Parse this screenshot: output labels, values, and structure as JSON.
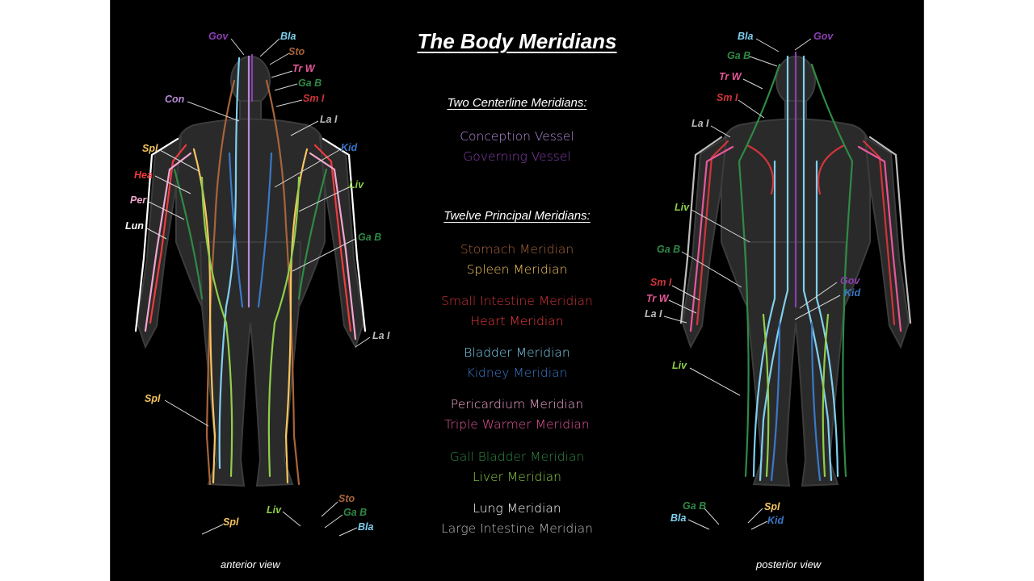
{
  "title": "The Body Meridians",
  "sections": {
    "centerline": "Two Centerline Meridians:",
    "principal": "Twelve Principal Meridians:"
  },
  "legend": [
    {
      "label": "Conception Vessel",
      "color": "#b68ad8"
    },
    {
      "label": "Governing Vessel",
      "color": "#8a3fb0"
    },
    {
      "label": "Stomach Meridian",
      "color": "#a8643a"
    },
    {
      "label": "Spleen Meridian",
      "color": "#f6c560"
    },
    {
      "label": "Small Intestine Meridian",
      "color": "#d0343a"
    },
    {
      "label": "Heart Meridian",
      "color": "#ef3b3f"
    },
    {
      "label": "Bladder Meridian",
      "color": "#7fd0f0"
    },
    {
      "label": "Kidney Meridian",
      "color": "#3a78c8"
    },
    {
      "label": "Pericardium Meridian",
      "color": "#f2a6cf"
    },
    {
      "label": "Triple Warmer Meridian",
      "color": "#e8589a"
    },
    {
      "label": "Gall Bladder Meridian",
      "color": "#2f8a45"
    },
    {
      "label": "Liver Meridian",
      "color": "#8fcf4a"
    },
    {
      "label": "Lung Meridian",
      "color": "#ffffff"
    },
    {
      "label": "Large Intestine Meridian",
      "color": "#bdbdbd"
    }
  ],
  "captions": {
    "anterior": "anterior view",
    "posterior": "posterior view"
  },
  "anterior_labels": [
    {
      "text": "Gov",
      "color": "#8a3fb0"
    },
    {
      "text": "Bla",
      "color": "#7fd0f0"
    },
    {
      "text": "Sto",
      "color": "#a8643a"
    },
    {
      "text": "Tr W",
      "color": "#e8589a"
    },
    {
      "text": "Ga B",
      "color": "#2f8a45"
    },
    {
      "text": "Sm I",
      "color": "#d0343a"
    },
    {
      "text": "Con",
      "color": "#b68ad8"
    },
    {
      "text": "La I",
      "color": "#bdbdbd"
    },
    {
      "text": "Kid",
      "color": "#3a78c8"
    },
    {
      "text": "Spl",
      "color": "#f6c560"
    },
    {
      "text": "Hea",
      "color": "#ef3b3f"
    },
    {
      "text": "Liv",
      "color": "#8fcf4a"
    },
    {
      "text": "Per",
      "color": "#f2a6cf"
    },
    {
      "text": "Lun",
      "color": "#ffffff"
    },
    {
      "text": "Ga B",
      "color": "#2f8a45"
    },
    {
      "text": "La I",
      "color": "#bdbdbd"
    },
    {
      "text": "Spl",
      "color": "#f6c560"
    },
    {
      "text": "Sto",
      "color": "#a8643a"
    },
    {
      "text": "Liv",
      "color": "#8fcf4a"
    },
    {
      "text": "Ga B",
      "color": "#2f8a45"
    },
    {
      "text": "Spl",
      "color": "#f6c560"
    },
    {
      "text": "Bla",
      "color": "#7fd0f0"
    }
  ],
  "posterior_labels": [
    {
      "text": "Bla",
      "color": "#7fd0f0"
    },
    {
      "text": "Gov",
      "color": "#8a3fb0"
    },
    {
      "text": "Ga B",
      "color": "#2f8a45"
    },
    {
      "text": "Tr W",
      "color": "#e8589a"
    },
    {
      "text": "Sm I",
      "color": "#d0343a"
    },
    {
      "text": "La I",
      "color": "#bdbdbd"
    },
    {
      "text": "Liv",
      "color": "#8fcf4a"
    },
    {
      "text": "Ga B",
      "color": "#2f8a45"
    },
    {
      "text": "Gov",
      "color": "#8a3fb0"
    },
    {
      "text": "Sm I",
      "color": "#d0343a"
    },
    {
      "text": "Kid",
      "color": "#3a78c8"
    },
    {
      "text": "Tr W",
      "color": "#e8589a"
    },
    {
      "text": "La I",
      "color": "#bdbdbd"
    },
    {
      "text": "Liv",
      "color": "#8fcf4a"
    },
    {
      "text": "Ga B",
      "color": "#2f8a45"
    },
    {
      "text": "Spl",
      "color": "#f6c560"
    },
    {
      "text": "Bla",
      "color": "#7fd0f0"
    },
    {
      "text": "Kid",
      "color": "#3a78c8"
    }
  ]
}
